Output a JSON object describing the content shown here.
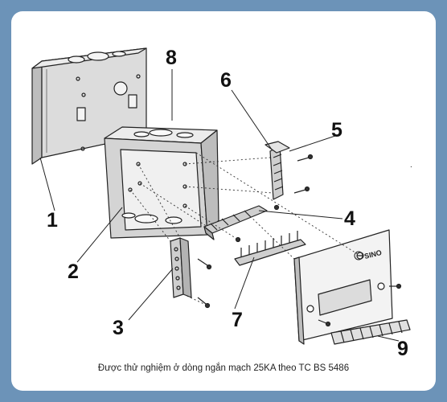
{
  "callouts": {
    "c1": "1",
    "c2": "2",
    "c3": "3",
    "c4": "4",
    "c5": "5",
    "c6": "6",
    "c7": "7",
    "c8": "8",
    "c9": "9"
  },
  "brand": "SINO",
  "caption": "Được thử nghiệm ở dòng ngắn mạch 25KA theo TC BS 5486",
  "colors": {
    "frame": "#6c93b8",
    "panel": "#ffffff",
    "box_face": "#dcdcdc",
    "box_top": "#ececec",
    "box_side": "#bdbdbd"
  }
}
